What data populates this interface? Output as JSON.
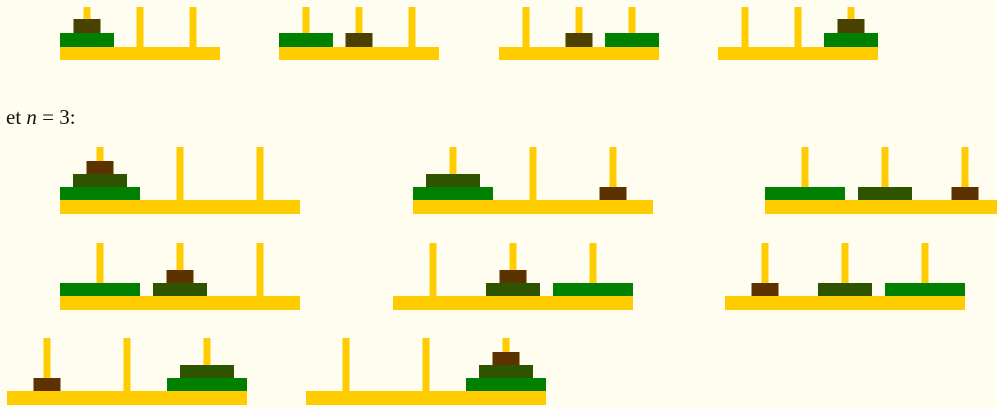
{
  "caption": {
    "prefix": "et",
    "variable": "n",
    "equals": "= 3:"
  },
  "colors": {
    "peg": "#ffcc00",
    "background": "#fffcf0",
    "disk_large": "#008000",
    "disk_medium": "#2f5400",
    "disk_small": "#5b3200",
    "disk_small_n2": "#4a4000"
  },
  "sequences": [
    {
      "n": 2,
      "states": [
        [
          [
            "large",
            "small"
          ],
          [],
          []
        ],
        [
          [
            "large"
          ],
          [
            "small"
          ],
          []
        ],
        [
          [],
          [
            "small"
          ],
          [
            "large"
          ]
        ],
        [
          [],
          [],
          [
            "large",
            "small"
          ]
        ]
      ]
    },
    {
      "n": 3,
      "states": [
        [
          [
            "large",
            "medium",
            "small"
          ],
          [],
          []
        ],
        [
          [
            "large",
            "medium"
          ],
          [],
          [
            "small"
          ]
        ],
        [
          [
            "large"
          ],
          [
            "medium"
          ],
          [
            "small"
          ]
        ],
        [
          [
            "large"
          ],
          [
            "medium",
            "small"
          ],
          []
        ],
        [
          [],
          [
            "medium",
            "small"
          ],
          [
            "large"
          ]
        ],
        [
          [
            "small"
          ],
          [
            "medium"
          ],
          [
            "large"
          ]
        ],
        [
          [
            "small"
          ],
          [],
          [
            "large",
            "medium"
          ]
        ],
        [
          [],
          [],
          [
            "large",
            "medium",
            "small"
          ]
        ]
      ]
    }
  ]
}
